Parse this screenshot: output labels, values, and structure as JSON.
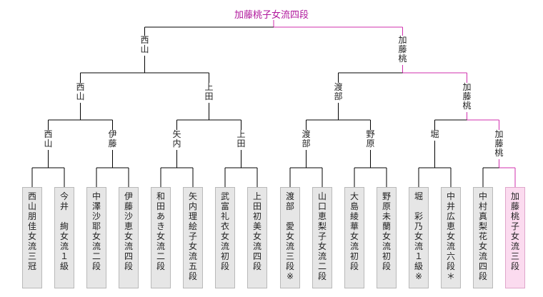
{
  "champion": "加藤桃子女流四段",
  "final": [
    {
      "name": "西山",
      "winner": false
    },
    {
      "name": "加藤桃",
      "winner": true
    }
  ],
  "semifinals": [
    {
      "name": "西山",
      "winner": false
    },
    {
      "name": "上田",
      "winner": false
    },
    {
      "name": "渡部",
      "winner": false
    },
    {
      "name": "加藤桃",
      "winner": true
    }
  ],
  "quarterfinals": [
    {
      "name": "西山",
      "winner": false
    },
    {
      "name": "伊藤",
      "winner": false
    },
    {
      "name": "矢内",
      "winner": false
    },
    {
      "name": "上田",
      "winner": false
    },
    {
      "name": "渡部",
      "winner": false
    },
    {
      "name": "野原",
      "winner": false
    },
    {
      "name": "堀",
      "winner": false
    },
    {
      "name": "加藤桃",
      "winner": true
    }
  ],
  "players": [
    {
      "name": "西山朋佳女流三冠",
      "winner": false
    },
    {
      "name": "今井　絢女流１級",
      "winner": false
    },
    {
      "name": "中澤沙耶女流二段",
      "winner": false
    },
    {
      "name": "伊藤沙恵女流四段",
      "winner": false
    },
    {
      "name": "和田あき女流二段",
      "winner": false
    },
    {
      "name": "矢内理絵子女流五段",
      "winner": false
    },
    {
      "name": "武富礼衣女流初段",
      "winner": false
    },
    {
      "name": "上田初美女流四段",
      "winner": false
    },
    {
      "name": "渡部　愛女流三段※",
      "winner": false
    },
    {
      "name": "山口恵梨子女流二段",
      "winner": false
    },
    {
      "name": "大島綾華女流初段",
      "winner": false
    },
    {
      "name": "野原未蘭女流初段",
      "winner": false
    },
    {
      "name": "堀　彩乃女流１級※",
      "winner": false
    },
    {
      "name": "中井広恵女流六段＊",
      "winner": false
    },
    {
      "name": "中村真梨花女流四段",
      "winner": false
    },
    {
      "name": "加藤桃子女流三段",
      "winner": true
    }
  ],
  "colors": {
    "line": "#000000",
    "winner_line": "#d02fae",
    "winner_text": "#b0179c",
    "box": "#e6e6e6",
    "winner_box": "#fbdbef"
  }
}
